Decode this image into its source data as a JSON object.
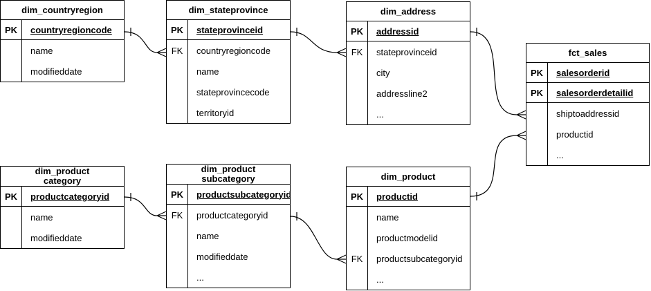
{
  "diagram": {
    "kind": "entity-relationship-schema",
    "colors": {
      "background": "#ffffff",
      "line": "#000000",
      "text": "#000000"
    },
    "tables": [
      {
        "id": "dim_countryregion",
        "title": "dim_countryregion",
        "rows": [
          {
            "key": "PK",
            "name": "countryregioncode"
          },
          {
            "key": "",
            "name": "name"
          },
          {
            "key": "",
            "name": "modifieddate"
          }
        ]
      },
      {
        "id": "dim_stateprovince",
        "title": "dim_stateprovince",
        "rows": [
          {
            "key": "PK",
            "name": "stateprovinceid"
          },
          {
            "key": "FK",
            "name": "countryregioncode"
          },
          {
            "key": "",
            "name": "name"
          },
          {
            "key": "",
            "name": "stateprovincecode"
          },
          {
            "key": "",
            "name": "territoryid"
          }
        ]
      },
      {
        "id": "dim_address",
        "title": "dim_address",
        "rows": [
          {
            "key": "PK",
            "name": "addressid"
          },
          {
            "key": "FK",
            "name": "stateprovinceid"
          },
          {
            "key": "",
            "name": "city"
          },
          {
            "key": "",
            "name": "addressline2"
          },
          {
            "key": "",
            "name": "..."
          }
        ]
      },
      {
        "id": "fct_sales",
        "title": "fct_sales",
        "rows": [
          {
            "key": "PK",
            "name": "salesorderid"
          },
          {
            "key": "PK",
            "name": "salesorderdetailid"
          },
          {
            "key": "",
            "name": "shiptoaddressid"
          },
          {
            "key": "",
            "name": "productid"
          },
          {
            "key": "",
            "name": "..."
          }
        ]
      },
      {
        "id": "dim_productcategory",
        "title": "dim_product",
        "title2": "category",
        "rows": [
          {
            "key": "PK",
            "name": "productcategoryid"
          },
          {
            "key": "",
            "name": "name"
          },
          {
            "key": "",
            "name": "modifieddate"
          }
        ]
      },
      {
        "id": "dim_productsubcategory",
        "title": "dim_product",
        "title2": "subcategory",
        "rows": [
          {
            "key": "PK",
            "name": "productsubcategoryid"
          },
          {
            "key": "FK",
            "name": "productcategoryid"
          },
          {
            "key": "",
            "name": "name"
          },
          {
            "key": "",
            "name": "modifieddate"
          },
          {
            "key": "",
            "name": "..."
          }
        ]
      },
      {
        "id": "dim_product",
        "title": "dim_product",
        "rows": [
          {
            "key": "PK",
            "name": "productid"
          },
          {
            "key": "",
            "name": "name"
          },
          {
            "key": "",
            "name": "productmodelid"
          },
          {
            "key": "FK",
            "name": "productsubcategoryid"
          },
          {
            "key": "",
            "name": "..."
          }
        ]
      }
    ],
    "relationships": [
      {
        "from": "dim_countryregion",
        "from_column": "countryregioncode",
        "to": "dim_stateprovince",
        "to_column": "countryregioncode",
        "cardinality": "one-to-many"
      },
      {
        "from": "dim_stateprovince",
        "from_column": "stateprovinceid",
        "to": "dim_address",
        "to_column": "stateprovinceid",
        "cardinality": "one-to-many"
      },
      {
        "from": "dim_address",
        "from_column": "addressid",
        "to": "fct_sales",
        "to_column": "shiptoaddressid",
        "cardinality": "one-to-many"
      },
      {
        "from": "dim_product",
        "from_column": "productid",
        "to": "fct_sales",
        "to_column": "productid",
        "cardinality": "one-to-many"
      },
      {
        "from": "dim_productcategory",
        "from_column": "productcategoryid",
        "to": "dim_productsubcategory",
        "to_column": "productcategoryid",
        "cardinality": "one-to-many"
      },
      {
        "from": "dim_productsubcategory",
        "from_column": "productsubcategoryid",
        "to": "dim_product",
        "to_column": "productsubcategoryid",
        "cardinality": "one-to-many"
      }
    ]
  }
}
